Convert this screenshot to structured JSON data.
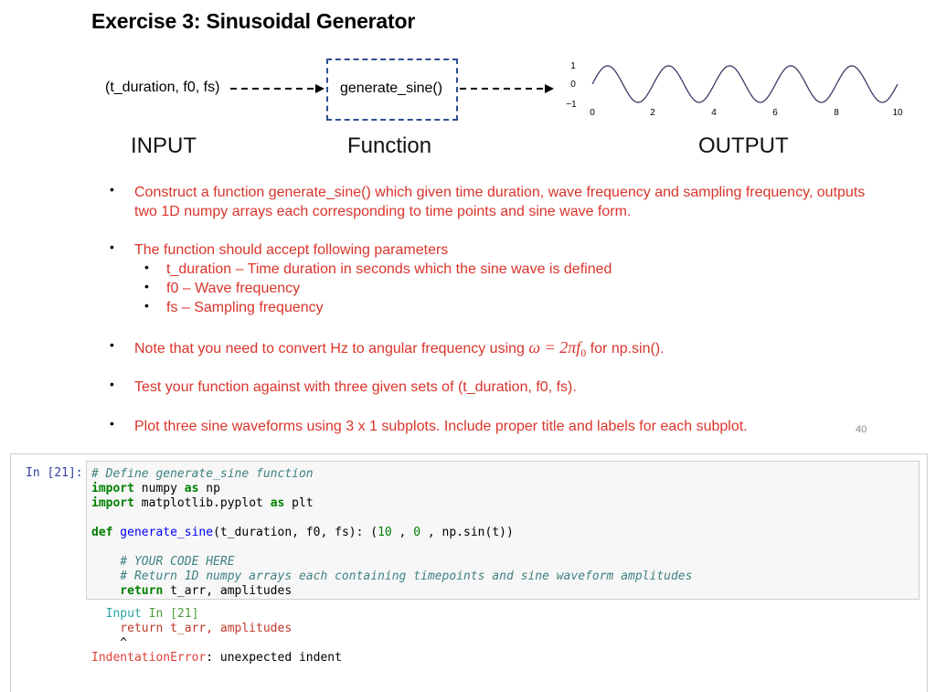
{
  "slide": {
    "title": "Exercise 3: Sinusoidal Generator",
    "diagram": {
      "input_args": "(t_duration, f0, fs)",
      "function_name": "generate_sine()",
      "headings": {
        "input": "INPUT",
        "function": "Function",
        "output": "OUTPUT"
      },
      "plot": {
        "y_ticks": [
          "1",
          "0",
          "−1"
        ],
        "x_ticks": [
          "0",
          "2",
          "4",
          "6",
          "8",
          "10"
        ]
      }
    },
    "bullets": {
      "b1_line1": "Construct a function generate_sine() which given time duration, wave frequency and sampling frequency, outputs",
      "b1_line2": "two 1D numpy arrays each corresponding to time points and sine wave form.",
      "b2": "The function should accept following parameters",
      "b2_sub1": "t_duration – Time duration in seconds which the sine wave is defined",
      "b2_sub2": "f0 – Wave frequency",
      "b2_sub3": "fs – Sampling frequency",
      "b3_pre": "Note that you need to convert Hz to angular frequency using ",
      "b3_math": "ω = 2πf",
      "b3_math_sub": "0",
      "b3_post": " for np.sin().",
      "b4": "Test your function against with three given sets of (t_duration, f0, fs).",
      "b5": "Plot three sine waveforms using 3 x 1 subplots. Include proper title and labels for each subplot."
    },
    "page_number": "40",
    "bullet_char": "•"
  },
  "notebook": {
    "prompt": "In [21]:",
    "code": {
      "l1": "# Define generate_sine function",
      "l2_kw": "import",
      "l2_rest": " numpy ",
      "l2_as": "as",
      "l2_alias": " np",
      "l3_kw": "import",
      "l3_rest": " matplotlib.pyplot ",
      "l3_as": "as",
      "l3_alias": " plt",
      "l5_def": "def",
      "l5_name": " generate_sine",
      "l5_args": "(t_duration, f0, fs): (",
      "l5_n1": "10",
      "l5_mid": " , ",
      "l5_n2": "0",
      "l5_end": " , np.sin(t))",
      "l7": "    # YOUR CODE HERE",
      "l8": "    # Return 1D numpy arrays each containing timepoints and sine waveform amplitudes",
      "l9_kw": "    return",
      "l9_rest": " t_arr, amplitudes"
    },
    "output": {
      "o1_a": "  Input ",
      "o1_b": "In [21]",
      "o2": "    return t_arr, amplitudes",
      "o3": "    ^",
      "o4_err": "IndentationError",
      "o4_msg": ": unexpected indent"
    }
  }
}
